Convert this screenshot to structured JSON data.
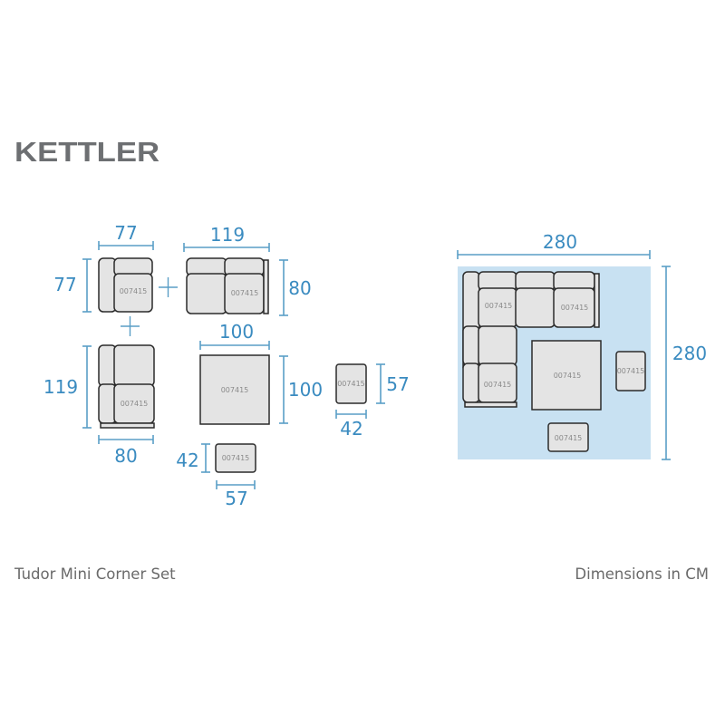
{
  "brand": {
    "logo_text": "KETTLER",
    "color": "#6d6f72"
  },
  "footer": {
    "product_name": "Tudor Mini Corner Set",
    "units_note": "Dimensions in CM"
  },
  "colors": {
    "dimension": "#3a8bc0",
    "dimension_line": "#5a9ec6",
    "cushion_fill": "#e4e4e4",
    "outline": "#2b2b2b",
    "layout_area": "#c8e1f2"
  },
  "product_code": "007415",
  "components": {
    "corner": {
      "width": "77",
      "depth": "77"
    },
    "two_seater": {
      "width": "119",
      "depth": "80"
    },
    "chaise": {
      "width": "80",
      "length": "119"
    },
    "table": {
      "width": "100",
      "depth": "100"
    },
    "stool_vertical": {
      "width": "42",
      "depth": "57"
    },
    "stool_horizontal": {
      "width": "57",
      "depth": "42"
    }
  },
  "layout": {
    "width": "280",
    "depth": "280"
  }
}
